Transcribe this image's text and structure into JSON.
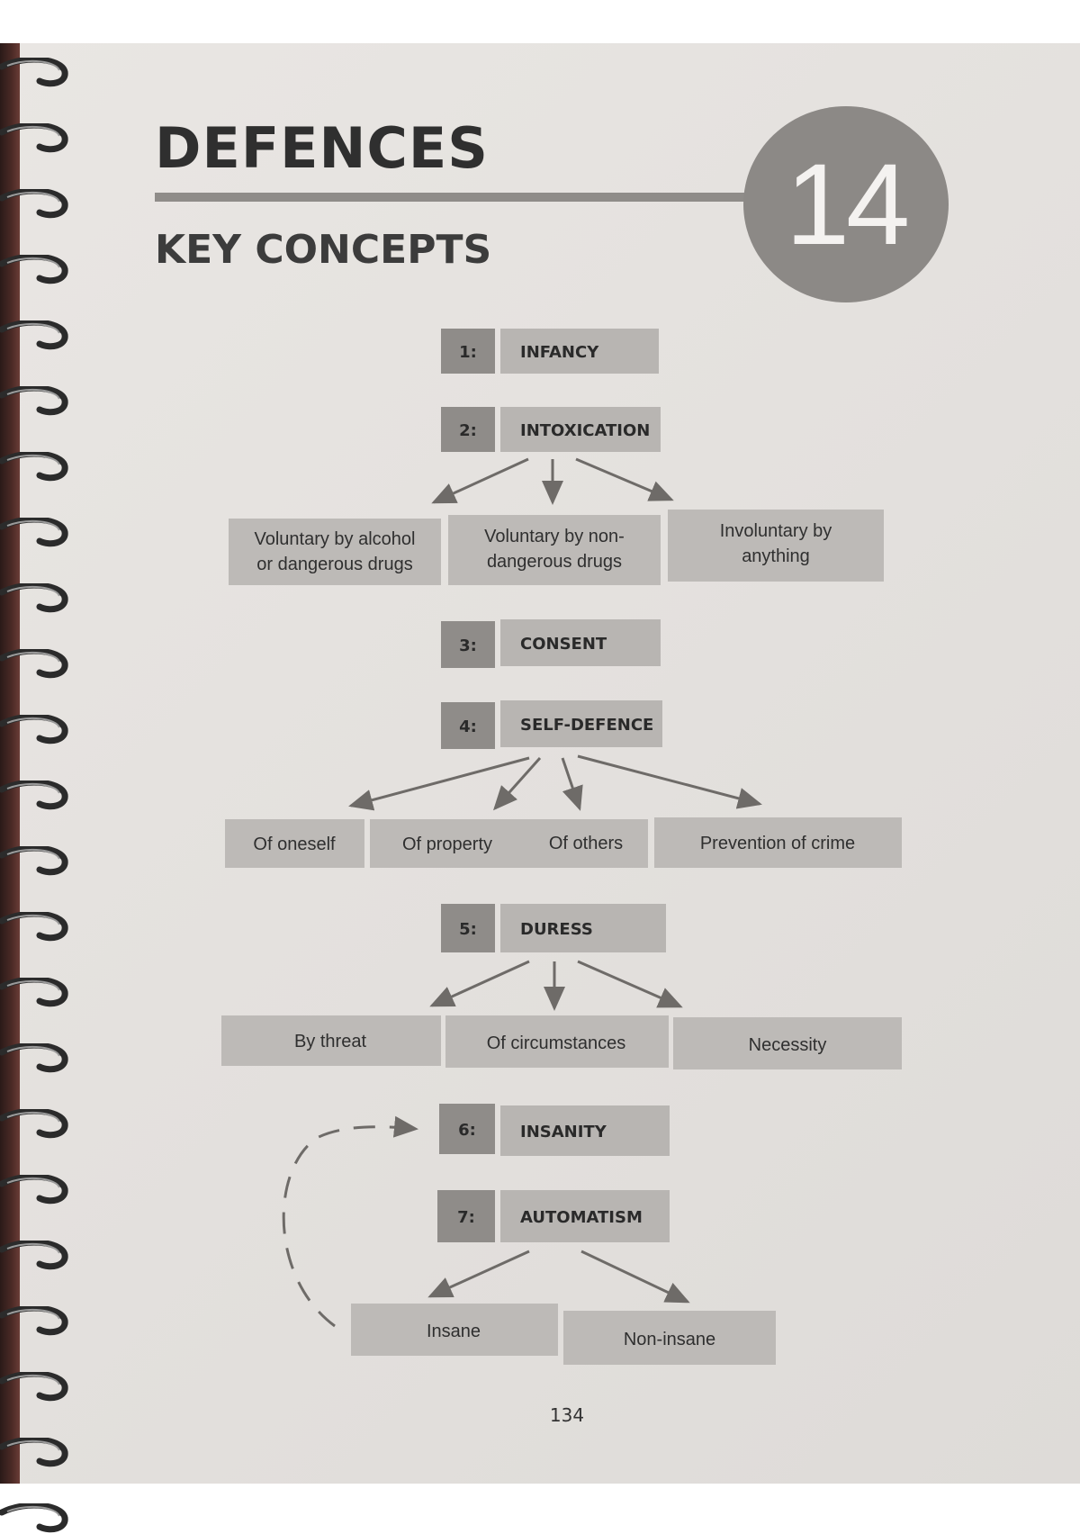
{
  "header": {
    "title": "DEFENCES",
    "subtitle": "KEY CONCEPTS",
    "chapter_number": "14"
  },
  "diagram": {
    "defences": [
      {
        "number": "1:",
        "label": "INFANCY",
        "options": []
      },
      {
        "number": "2:",
        "label": "INTOXICATION",
        "options": [
          [
            "Voluntary by alcohol",
            "or dangerous drugs"
          ],
          [
            "Voluntary by non-",
            "dangerous drugs"
          ],
          [
            "Involuntary by",
            "anything"
          ]
        ]
      },
      {
        "number": "3:",
        "label": "CONSENT",
        "options": []
      },
      {
        "number": "4:",
        "label": "SELF-DEFENCE",
        "options": [
          "Of oneself",
          "Of property",
          "Of others",
          "Prevention of crime"
        ]
      },
      {
        "number": "5:",
        "label": "DURESS",
        "options": [
          "By threat",
          "Of circumstances",
          "Necessity"
        ]
      },
      {
        "number": "6:",
        "label": "INSANITY",
        "options": []
      },
      {
        "number": "7:",
        "label": "AUTOMATISM",
        "options": [
          "Insane",
          "Non-insane"
        ]
      }
    ]
  },
  "footer": {
    "page_number": "134"
  },
  "colors": {
    "page": "#e6e3e0",
    "number_box": "#8f8c89",
    "label_box": "#b8b5b2",
    "badge": "#8c8986",
    "text": "#2a2a2a"
  }
}
